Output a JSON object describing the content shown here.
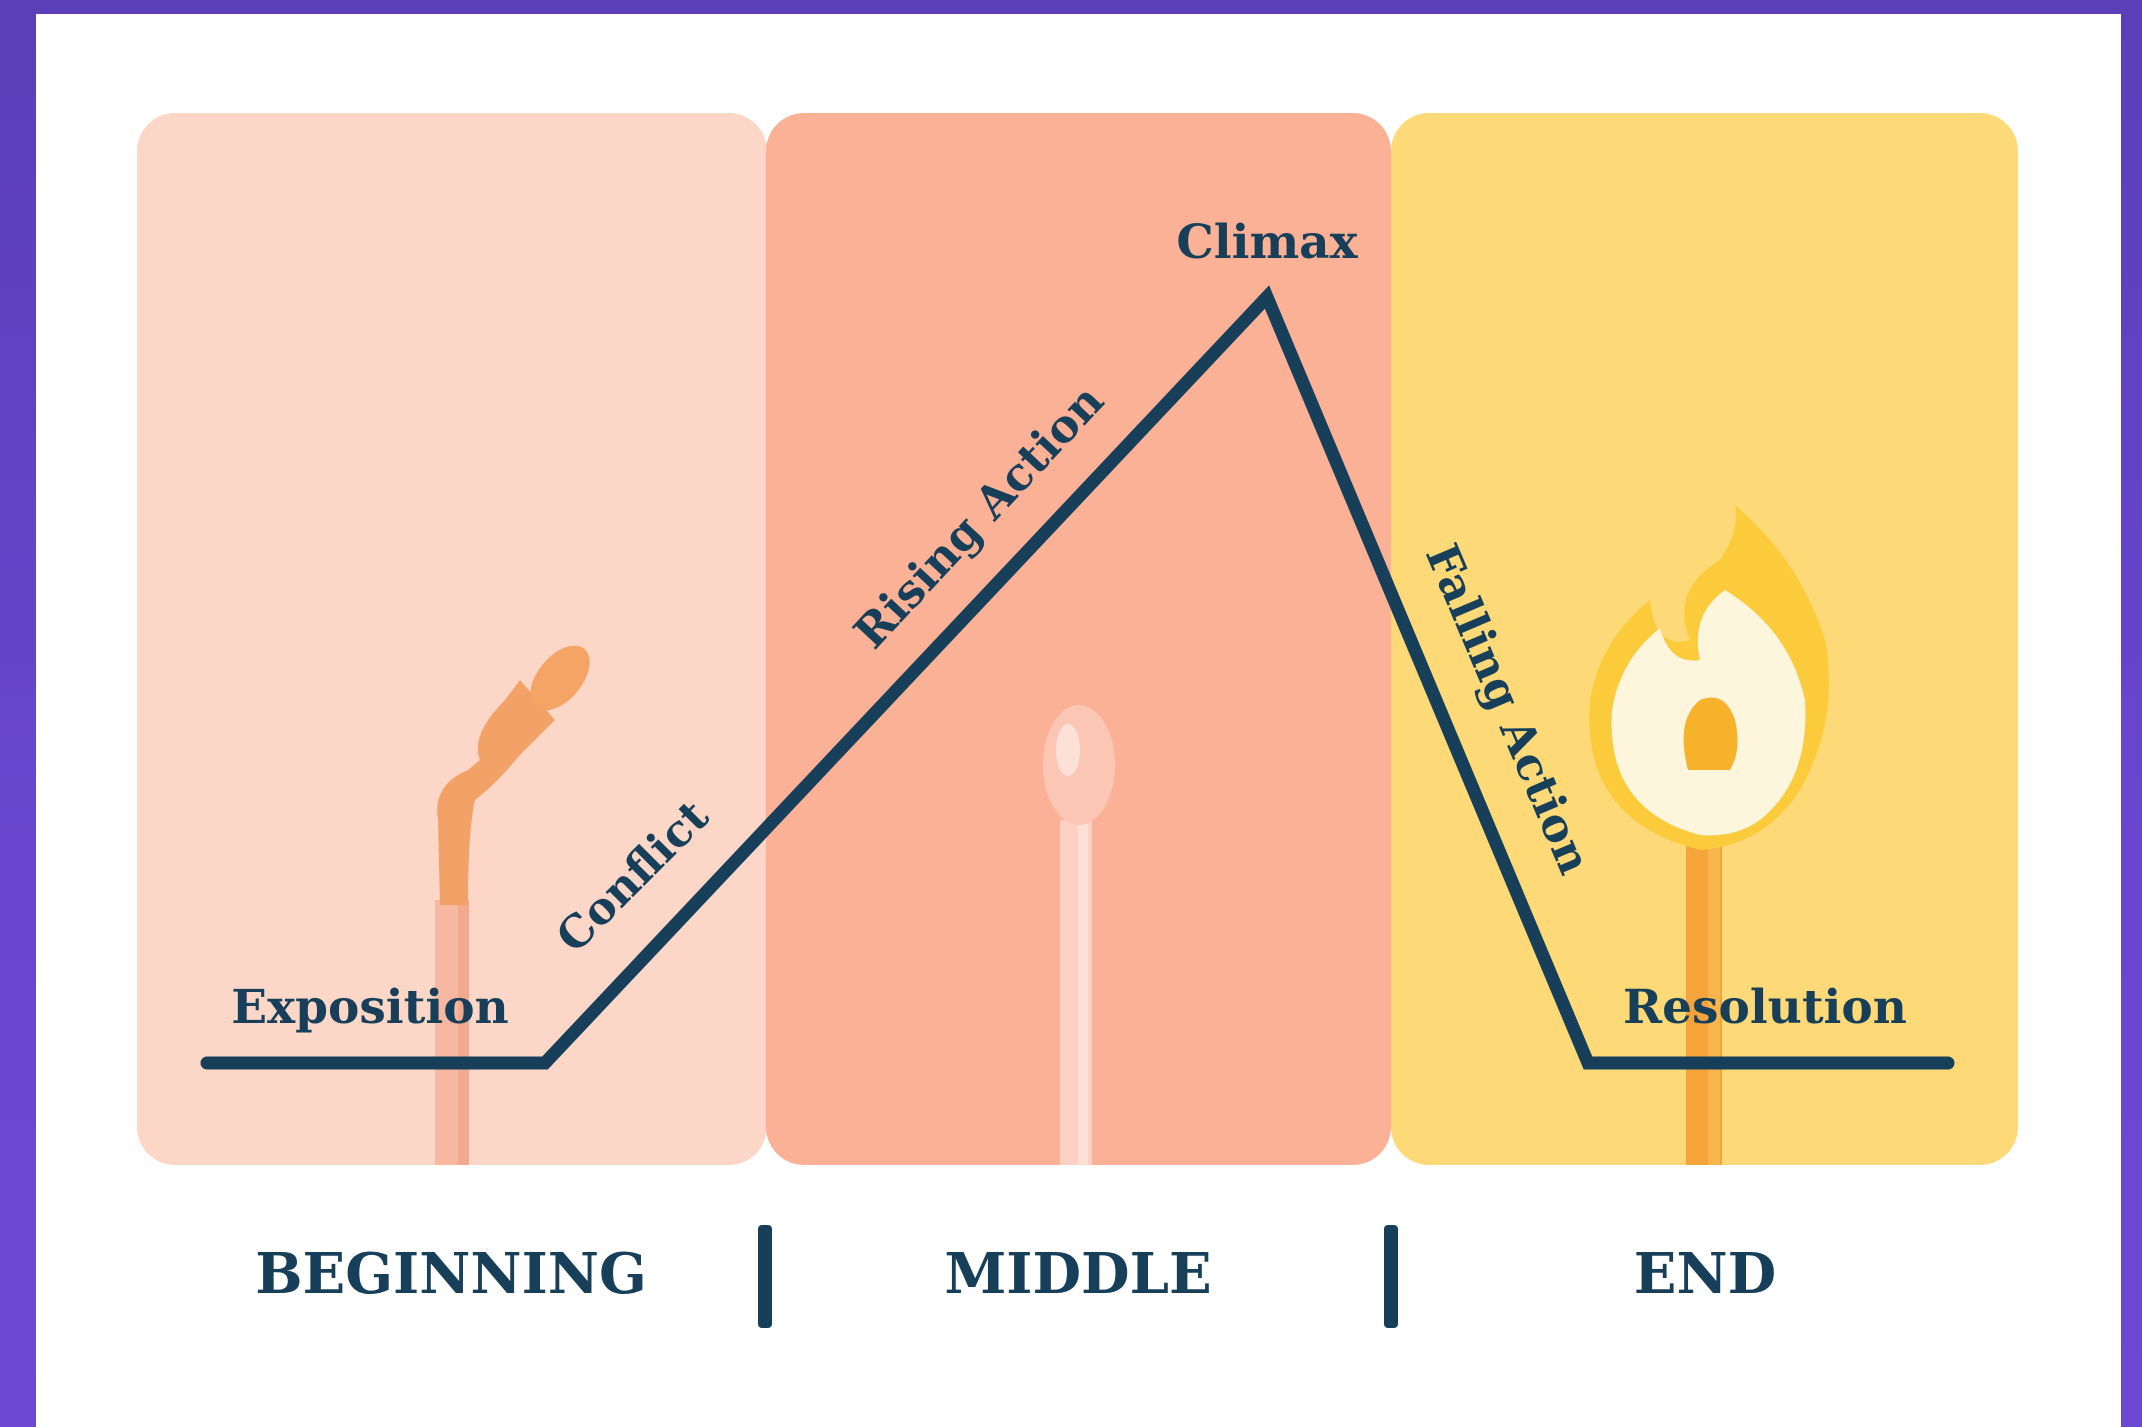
{
  "colors": {
    "background": "#6a46d0",
    "card": "#ffffff",
    "panel_beginning": "#fcd7c7",
    "panel_middle": "#fbb195",
    "panel_end": "#fdd978",
    "line": "#173f5a"
  },
  "icons": {
    "beginning": "burnt-match-icon",
    "middle": "unlit-match-icon",
    "end": "lit-match-flame-icon"
  },
  "arc": {
    "exposition": "Exposition",
    "conflict": "Conflict",
    "rising_action": "Rising Action",
    "climax": "Climax",
    "falling_action": "Falling Action",
    "resolution": "Resolution"
  },
  "sections": {
    "beginning": "BEGINNING",
    "middle": "MIDDLE",
    "end": "END"
  }
}
